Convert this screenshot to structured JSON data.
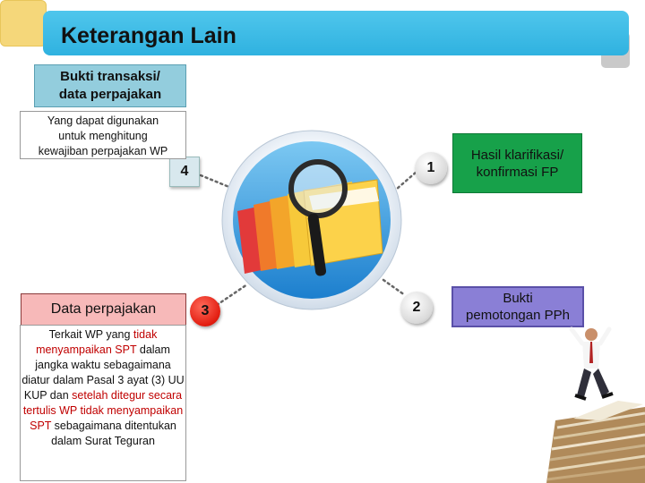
{
  "title": "Keterangan Lain",
  "boxes": {
    "bukti_transaksi": {
      "line1": "Bukti transaksi/",
      "line2": "data perpajakan"
    },
    "bukti_transaksi_desc": {
      "line1": "Yang dapat digunakan",
      "line2": "untuk menghitung",
      "line3": "kewajiban perpajakan WP"
    },
    "hasil_klarifikasi": {
      "line1": "Hasil klarifikasi/",
      "line2": "konfirmasi FP"
    },
    "bukti_pph": {
      "line1": "Bukti",
      "line2": "pemotongan PPh"
    },
    "data_perpajakan": {
      "label": "Data perpajakan"
    },
    "data_perpajakan_desc": {
      "p1": "Terkait WP yang ",
      "p2": "tidak menyampaikan SPT",
      "p3": " dalam jangka waktu sebagaimana diatur dalam Pasal 3 ayat (3) UU KUP dan ",
      "p4": "setelah ditegur secara tertulis WP tidak menyampaikan SPT",
      "p5": " sebagaimana ditentukan dalam Surat Teguran"
    }
  },
  "numbers": {
    "n1": "1",
    "n2": "2",
    "n3": "3",
    "n4": "4"
  },
  "icons": [
    "folder-magnifier-icon",
    "man-on-paper-pile-image"
  ],
  "colors": {
    "title_bar": "#2fb2e0",
    "green_box": "#17a14a",
    "purple_box": "#8a7fd6",
    "pink_box": "#f7b9b9",
    "red_text": "#c00000"
  }
}
